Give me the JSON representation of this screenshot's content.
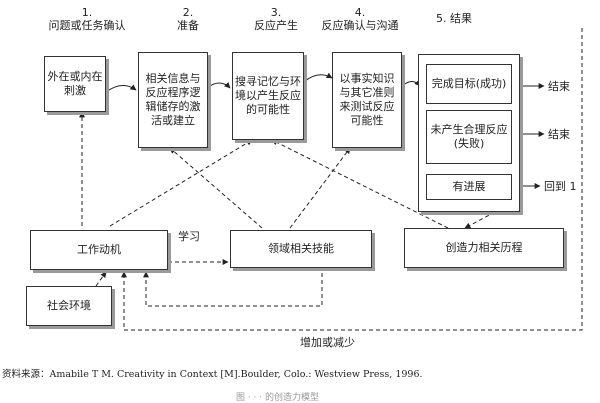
{
  "stages": [
    {
      "number": "1.",
      "label": "问题或任务确认"
    },
    {
      "number": "2.",
      "label": "准备"
    },
    {
      "number": "3.",
      "label": "反应产生"
    },
    {
      "number": "4.",
      "label": "反应确认与沟通"
    },
    {
      "number": "",
      "label": "5. 结果"
    }
  ],
  "boxes": {
    "stimulus": "外在或内在刺激",
    "prep": "相关信息与反应程序逻辑储存的激活或建立",
    "search": "搜寻记忆与环境以产生反应的可能性",
    "test": "以事实知识与其它准则来测试反应可能性",
    "success": "完成目标(成功)",
    "fail": "未产生合理反应(失败)",
    "progress": "有进展",
    "motivation": "工作动机",
    "domain_skills": "领域相关技能",
    "creativity": "创造力相关历程",
    "social": "社会环境"
  },
  "outcome_labels": {
    "success_end": "结束",
    "fail_end": "结束",
    "progress_back": "回到 1"
  },
  "edge_labels": {
    "learning": "学习",
    "increase_decrease": "增加或减少"
  },
  "source": "资料来源：Amabile T M. Creativity in Context [M].Boulder, Colo.: Westview Press, 1996.",
  "caption": "图 ·   ·  ·  的创造力模型"
}
